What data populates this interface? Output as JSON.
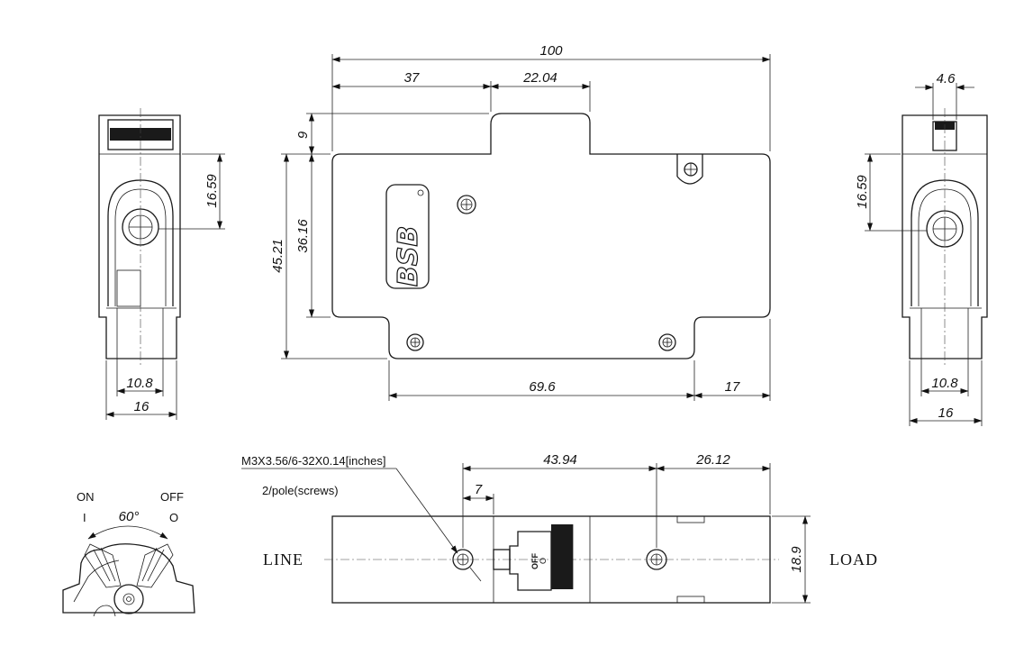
{
  "logo": "BSB",
  "dimensions": {
    "overall_length": "100",
    "left_offset": "37",
    "notch_width": "22.04",
    "notch_depth": "9",
    "body_height": "36.16",
    "total_height": "45.21",
    "lower_width": "69.6",
    "right_offset": "17",
    "left_view_height": "16.59",
    "left_view_inner": "10.8",
    "left_view_width": "16",
    "right_view_top": "4.6",
    "right_view_height": "16.59",
    "right_view_inner": "10.8",
    "right_view_width": "16",
    "screw_spacing": "43.94",
    "right_screw_offset": "26.12",
    "screw_edge": "7",
    "bottom_height": "18.9",
    "handle_angle": "60°"
  },
  "labels": {
    "screw_spec": "M3X3.56/6-32X0.14[inches]",
    "screw_count": "2/pole(screws)",
    "line": "LINE",
    "load": "LOAD",
    "on": "ON",
    "on_symbol": "I",
    "off": "OFF",
    "off_symbol": "O",
    "toggle_off": "OFF",
    "toggle_zero": "O"
  }
}
